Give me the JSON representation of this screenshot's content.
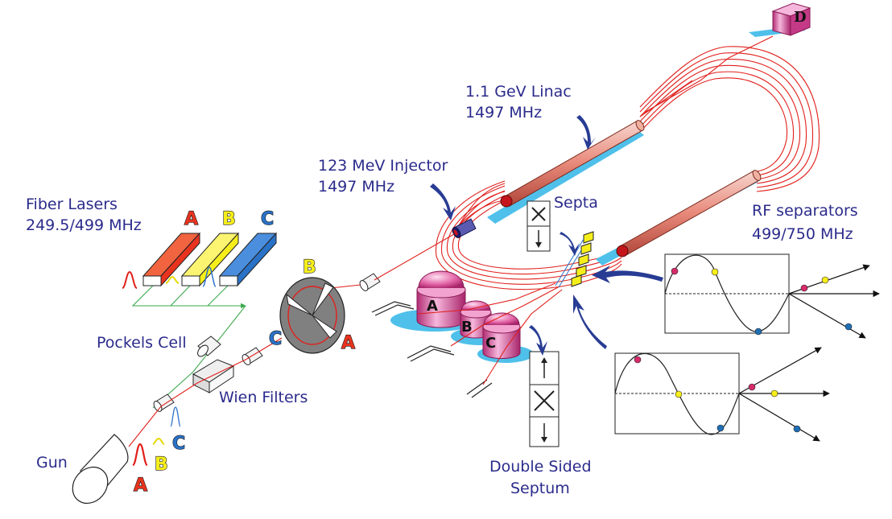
{
  "labels": {
    "fiber_lasers": "Fiber Lasers",
    "fiber_freq": "249.5/499 MHz",
    "pockels": "Pockels Cell",
    "wien": "Wien Filters",
    "gun": "Gun",
    "injector": "123 MeV Injector",
    "injector_freq": "1497 MHz",
    "linac": "1.1 GeV Linac",
    "linac_freq": "1497 MHz",
    "septa": "Septa",
    "rf": "RF separators",
    "rf_freq": "499/750 MHz",
    "dss1": "Double Sided",
    "dss2": "Septum"
  },
  "letters": {
    "a": "A",
    "b": "B",
    "c": "C",
    "d": "D"
  },
  "colors": {
    "beam": "#e0201c",
    "text": "#2b2b8c",
    "laser_a": "#e8331e",
    "laser_b": "#f6ee1a",
    "laser_c": "#2a72c8",
    "hall": "#e466a8",
    "floor": "#4fc0ea",
    "arrow": "#283c94",
    "green": "#3aa84a"
  }
}
